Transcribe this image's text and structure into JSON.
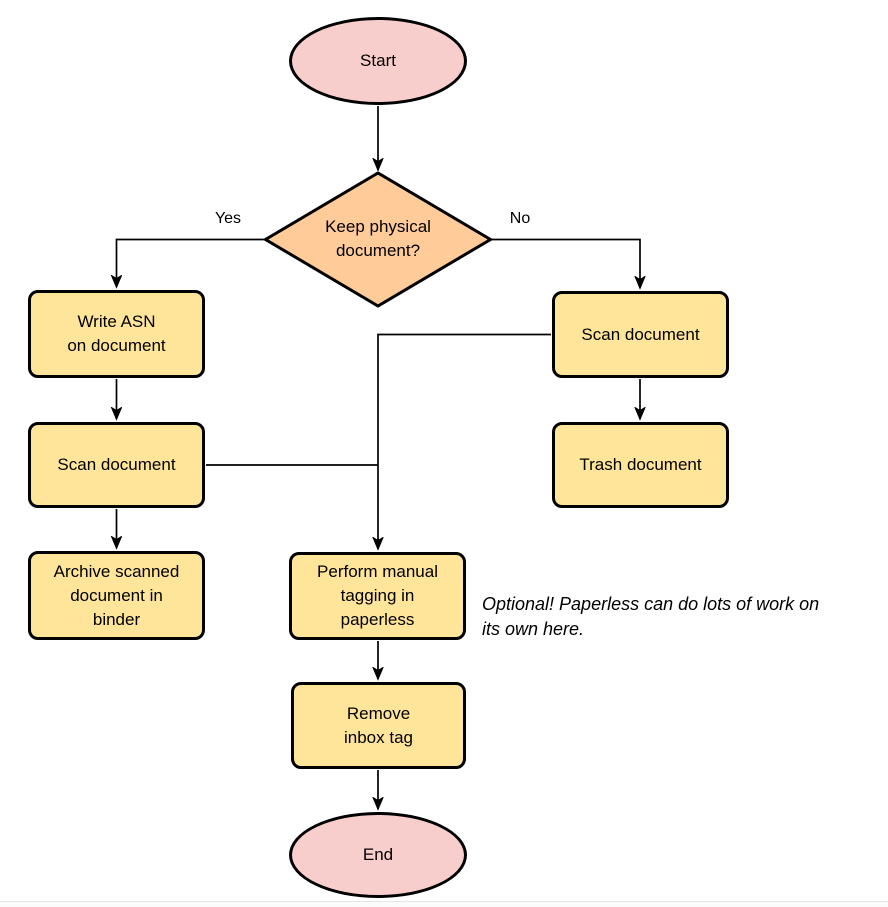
{
  "colors": {
    "stroke": "#000000",
    "terminal_fill": "#f8cecc",
    "decision_fill": "#ffcc99",
    "process_fill": "#ffe599"
  },
  "nodes": {
    "start": {
      "type": "terminal",
      "label": "Start"
    },
    "decision": {
      "type": "decision",
      "label": "Keep physical\ndocument?"
    },
    "write_asn": {
      "type": "process",
      "label": "Write ASN\non document"
    },
    "scan_left": {
      "type": "process",
      "label": "Scan document"
    },
    "archive": {
      "type": "process",
      "label": "Archive scanned\ndocument in\nbinder"
    },
    "scan_right": {
      "type": "process",
      "label": "Scan document"
    },
    "trash": {
      "type": "process",
      "label": "Trash document"
    },
    "perform_tagging": {
      "type": "process",
      "label": "Perform manual\ntagging in\npaperless"
    },
    "remove_inbox": {
      "type": "process",
      "label": "Remove\ninbox tag"
    },
    "end": {
      "type": "terminal",
      "label": "End"
    }
  },
  "edge_labels": {
    "yes": "Yes",
    "no": "No"
  },
  "annotation": {
    "text": "Optional! Paperless can do lots of work on\nits own here."
  }
}
